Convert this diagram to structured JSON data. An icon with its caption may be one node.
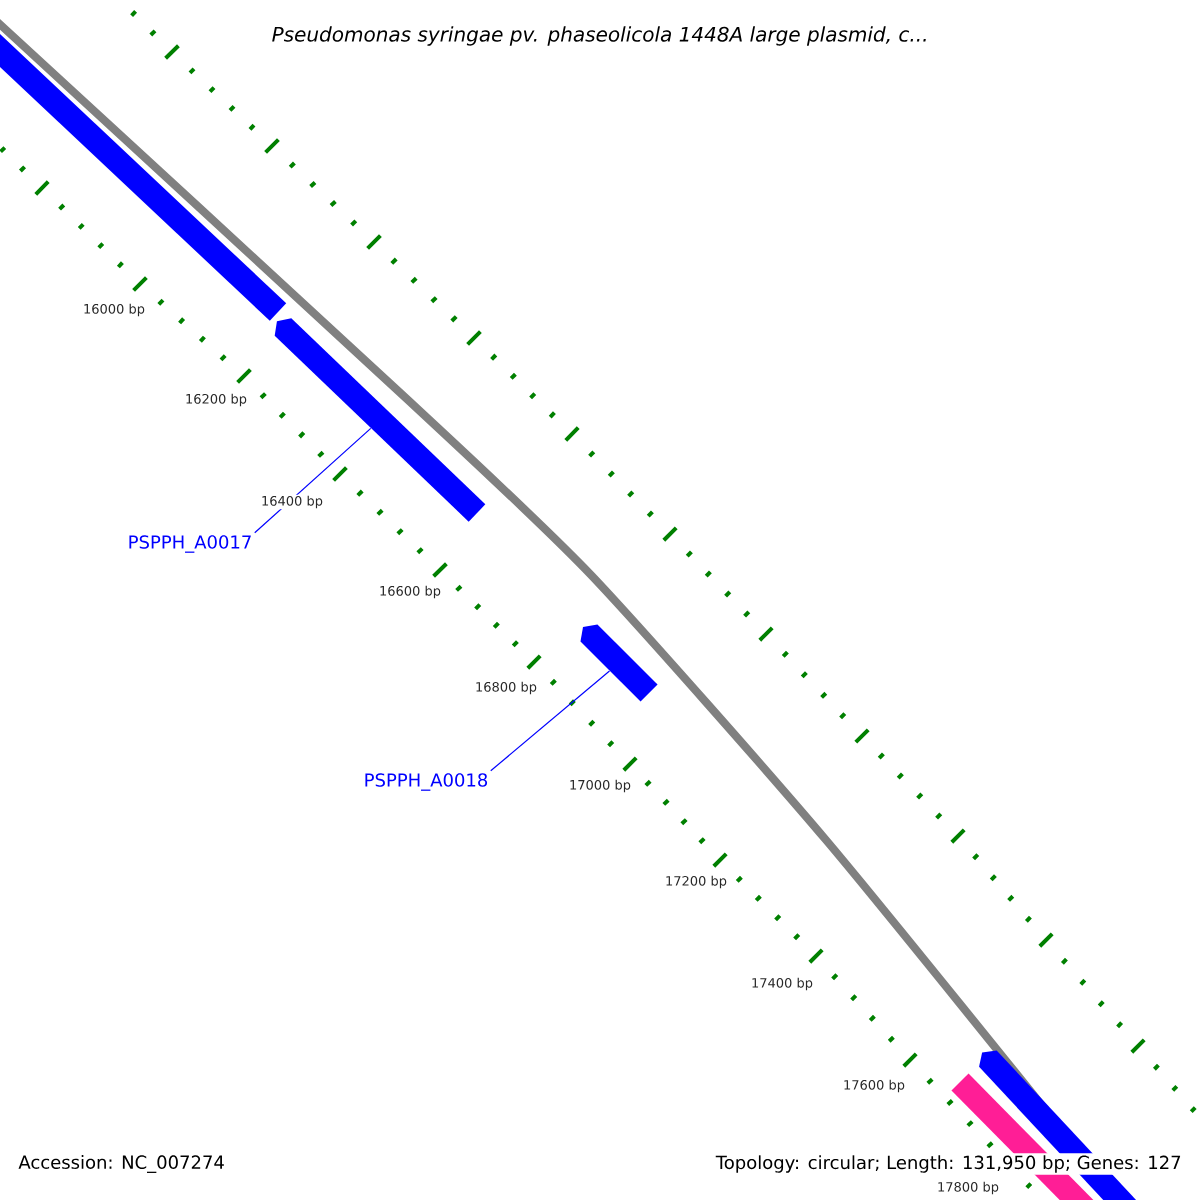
{
  "diagram": {
    "title": "*Pseudomonas syringae pv. phaseolicola 1448A large plasmid, c...*",
    "nodes": [
      {
        "text": [
          "PSPPH_A0017"
        ]
      },
      {
        "text": [],
        "shape": "arrow"
      },
      {
        "text": [
          "PSPPH_A0018"
        ]
      },
      {
        "text": [],
        "shape": "arrow"
      }
    ],
    "edges": [
      {
        "from": 0,
        "to": 1,
        "arrow": "none"
      },
      {
        "from": 2,
        "to": 3,
        "arrow": "none"
      }
    ],
    "labels": [
      "16000 bp",
      "16200 bp",
      "16400 bp",
      "16600 bp",
      "16800 bp",
      "17000 bp",
      "17200 bp",
      "17400 bp",
      "17600 bp",
      "17800 bp",
      "Accession: NC_007274",
      "Topology: circular; Length: 131,950 bp; Genes: 127"
    ]
  }
}
